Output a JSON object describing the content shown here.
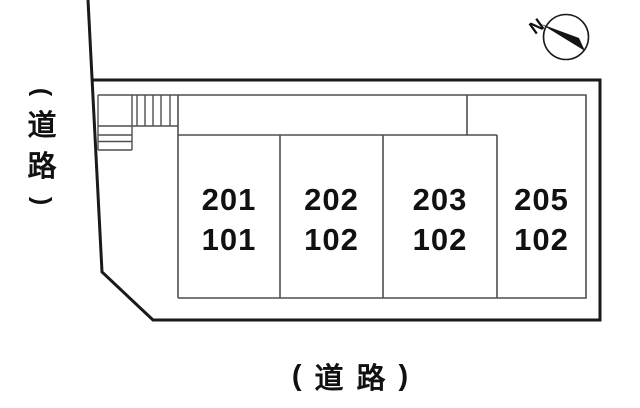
{
  "diagram": {
    "type": "apartment-site-plan",
    "background": "#ffffff",
    "compass": {
      "label": "N"
    },
    "roads": {
      "left": {
        "text": "（道路）",
        "chars": [
          "(",
          "道",
          "路",
          ")"
        ],
        "orientation": "vertical"
      },
      "bottom": {
        "text": "（ 道 路 ）",
        "chars": [
          "(",
          "道",
          "路",
          ")"
        ],
        "orientation": "horizontal"
      }
    },
    "units": [
      {
        "upper": "201",
        "lower": "101"
      },
      {
        "upper": "202",
        "lower": "102"
      },
      {
        "upper": "203",
        "lower": "102"
      },
      {
        "upper": "205",
        "lower": "102"
      }
    ],
    "colors": {
      "boundary": "#1a1a1a",
      "building": "#4f4f4f",
      "text": "#111111"
    }
  }
}
